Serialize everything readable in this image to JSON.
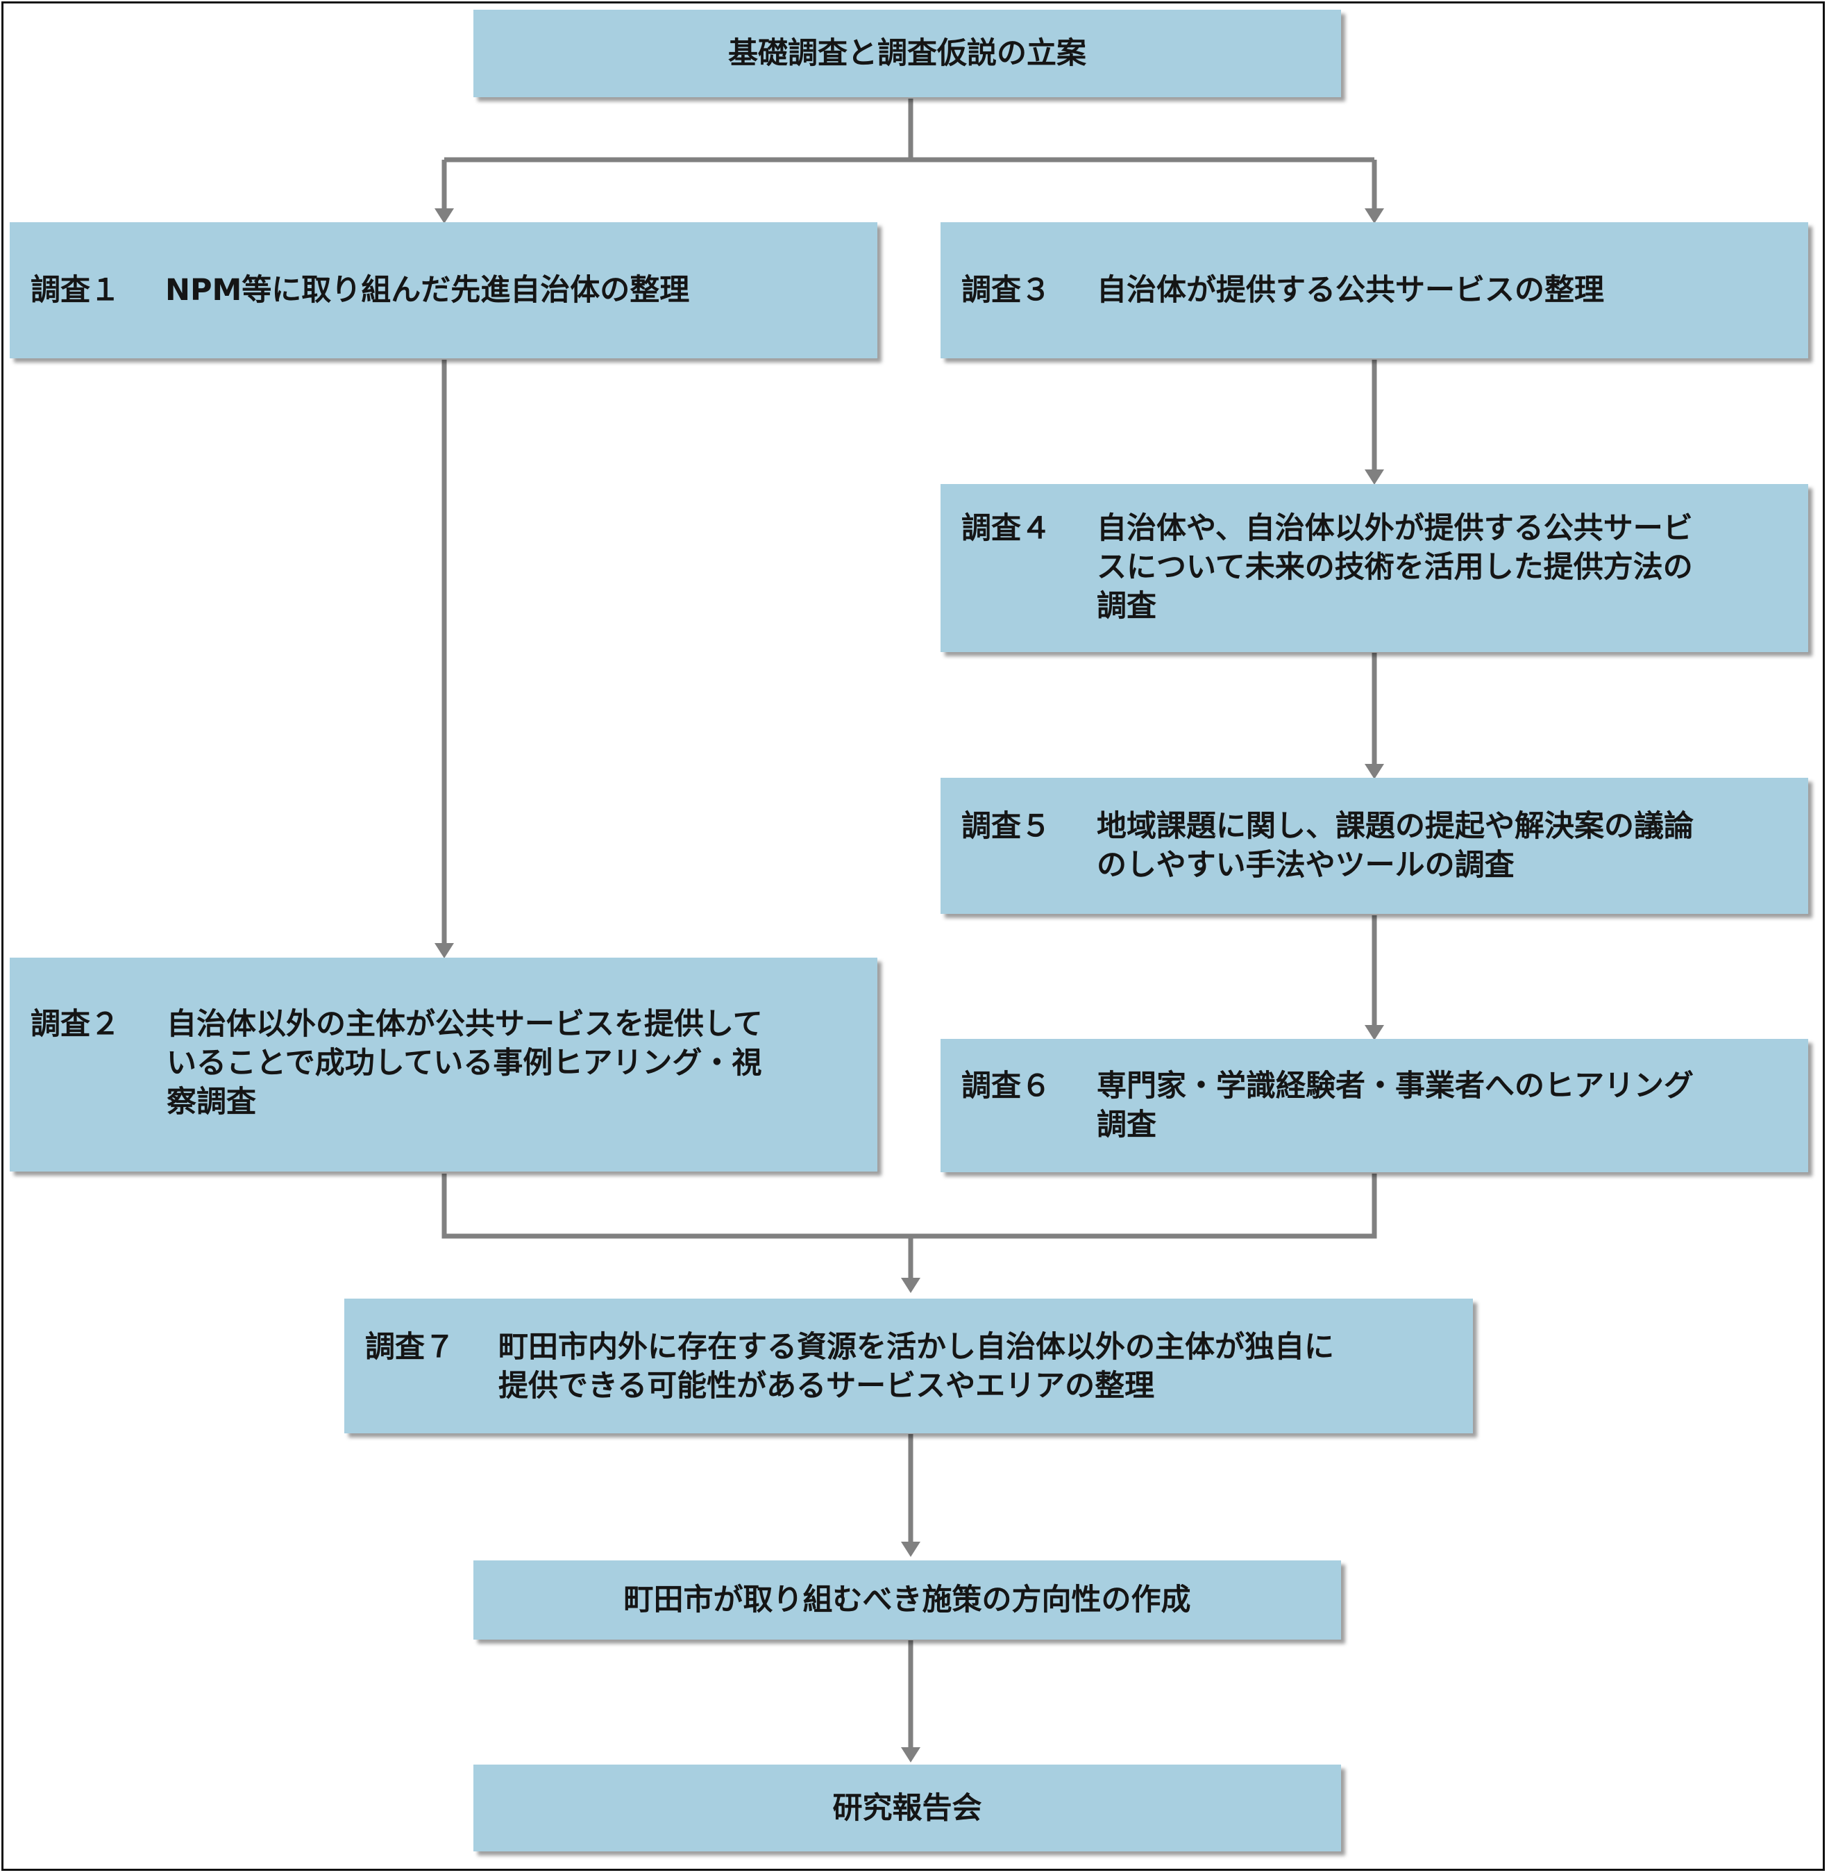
{
  "diagram": {
    "top": "基礎調査と調査仮説の立案",
    "s1": {
      "label": "調査１",
      "text": "NPM等に取り組んだ先進自治体の整理"
    },
    "s2": {
      "label": "調査２",
      "text": "自治体以外の主体が公共サービスを提供して\nいることで成功している事例ヒアリング・視\n察調査"
    },
    "s3": {
      "label": "調査３",
      "text": "自治体が提供する公共サービスの整理"
    },
    "s4": {
      "label": "調査４",
      "text": "自治体や、自治体以外が提供する公共サービ\nスについて未来の技術を活用した提供方法の\n調査"
    },
    "s5": {
      "label": "調査５",
      "text": "地域課題に関し、課題の提起や解決案の議論\nのしやすい手法やツールの調査"
    },
    "s6": {
      "label": "調査６",
      "text": "専門家・学識経験者・事業者へのヒアリング\n調査"
    },
    "s7": {
      "label": "調査７",
      "text": "町田市内外に存在する資源を活かし自治体以外の主体が独自に\n提供できる可能性があるサービスやエリアの整理"
    },
    "policy": "町田市が取り組むべき施策の方向性の作成",
    "report": "研究報告会"
  },
  "colors": {
    "box": "#a8cfe0",
    "connector": "#808080",
    "frame": "#111111"
  }
}
